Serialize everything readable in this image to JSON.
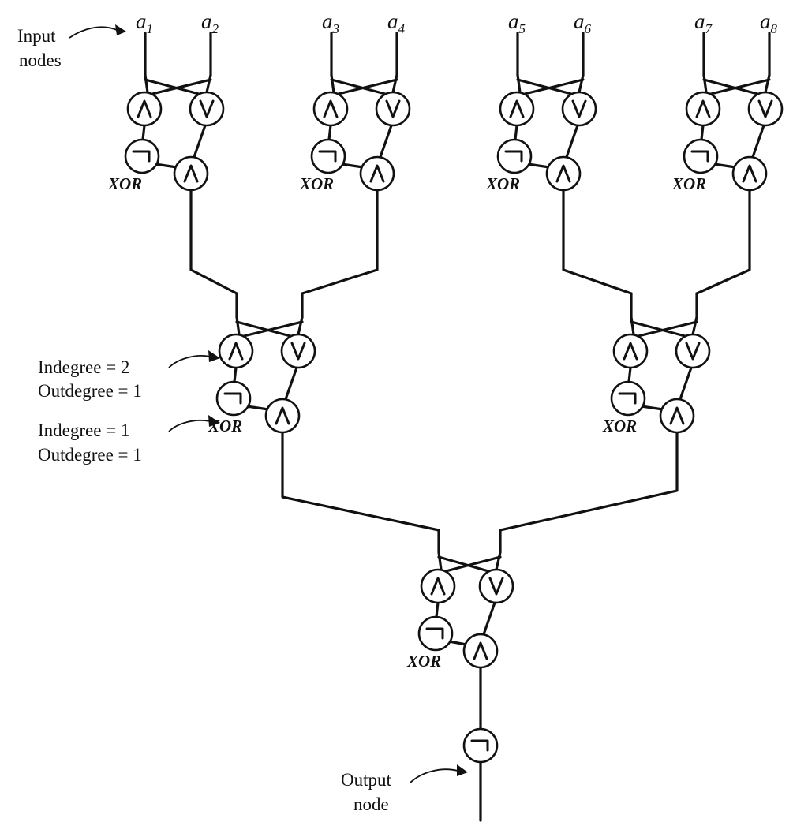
{
  "diagram": {
    "inputs": [
      {
        "letter": "a",
        "sub": "1"
      },
      {
        "letter": "a",
        "sub": "2"
      },
      {
        "letter": "a",
        "sub": "3"
      },
      {
        "letter": "a",
        "sub": "4"
      },
      {
        "letter": "a",
        "sub": "5"
      },
      {
        "letter": "a",
        "sub": "6"
      },
      {
        "letter": "a",
        "sub": "7"
      },
      {
        "letter": "a",
        "sub": "8"
      }
    ],
    "gate_label": "XOR",
    "annotations": {
      "input_nodes": [
        "Input",
        "nodes"
      ],
      "degree_and": [
        "Indegree = 2",
        "Outdegree = 1"
      ],
      "degree_not": [
        "Indegree = 1",
        "Outdegree = 1"
      ],
      "output_node": [
        "Output",
        "node"
      ]
    },
    "node_symbols": {
      "and": "and-gate",
      "or": "or-gate",
      "not": "not-gate"
    }
  }
}
